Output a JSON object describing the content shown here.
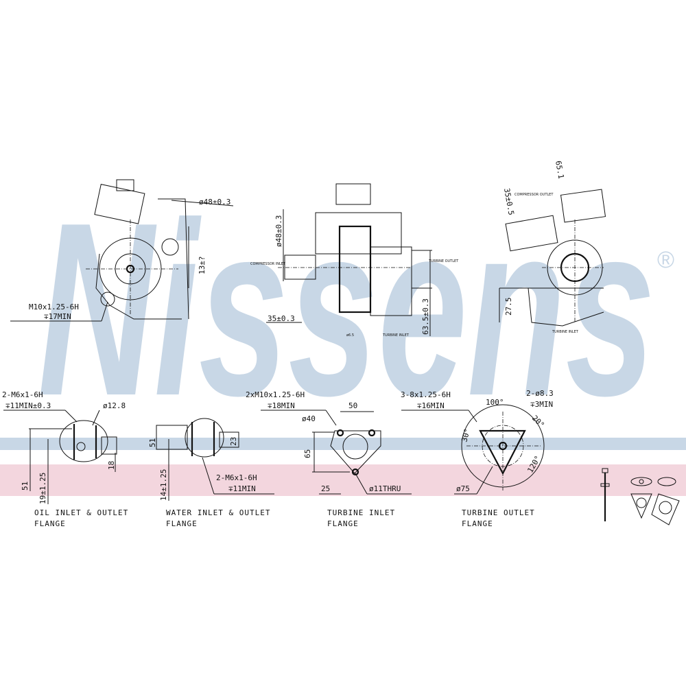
{
  "watermark": {
    "brand": "Nissens",
    "registered": "®"
  },
  "colors": {
    "watermark_blue": "#c8d7e6",
    "band_pink": "#f3d6de",
    "line": "#111111"
  },
  "views": {
    "left": {
      "dia": "ø48±0.3",
      "height": "13±?",
      "thread": "M10x1.25-6H",
      "depth": "∓17MIN"
    },
    "center": {
      "dia": "ø48±0.3",
      "offset": "35±0.3",
      "height": "63.5±0.3",
      "compressor_note": "COMPRESSOR INLET",
      "turbine_note": "TURBINE OUTLET",
      "bottom_a": "ø6.5",
      "bottom_b": "TURBINE INLET"
    },
    "right": {
      "angle": "65.1",
      "dim": "35±0.5",
      "note": "COMPRESSOR OUTLET",
      "height": "27.5",
      "bottom_note": "TURBINE INLET"
    }
  },
  "flanges": {
    "oil": {
      "thread": "2-M6x1-6H",
      "depth": "∓11MIN±0.3",
      "dia": "ø12.8",
      "h1": "51",
      "h2": "19±1.25",
      "w": "18",
      "caption1": "OIL INLET & OUTLET",
      "caption2": "FLANGE"
    },
    "water": {
      "h1": "51",
      "w": "23",
      "h2": "14±1.25",
      "thread": "2-M6x1-6H",
      "depth": "∓11MIN",
      "caption1": "WATER INLET & OUTLET",
      "caption2": "FLANGE"
    },
    "turbine_inlet": {
      "thread": "2xM10x1.25-6H",
      "depth": "∓18MIN",
      "dia": "ø40",
      "w": "50",
      "h": "65",
      "offset": "25",
      "hole": "ø11THRU",
      "caption1": "TURBINE INLET",
      "caption2": "FLANGE"
    },
    "turbine_outlet": {
      "thread": "3-8x1.25-6H",
      "depth": "∓16MIN",
      "angle": "100°",
      "holes": "2-ø8.3",
      "hole_depth": "∓3MIN",
      "a1": "30°",
      "a2": "20°",
      "a3": "120°",
      "dia": "ø75",
      "caption1": "TURBINE OUTLET",
      "caption2": "FLANGE"
    }
  }
}
